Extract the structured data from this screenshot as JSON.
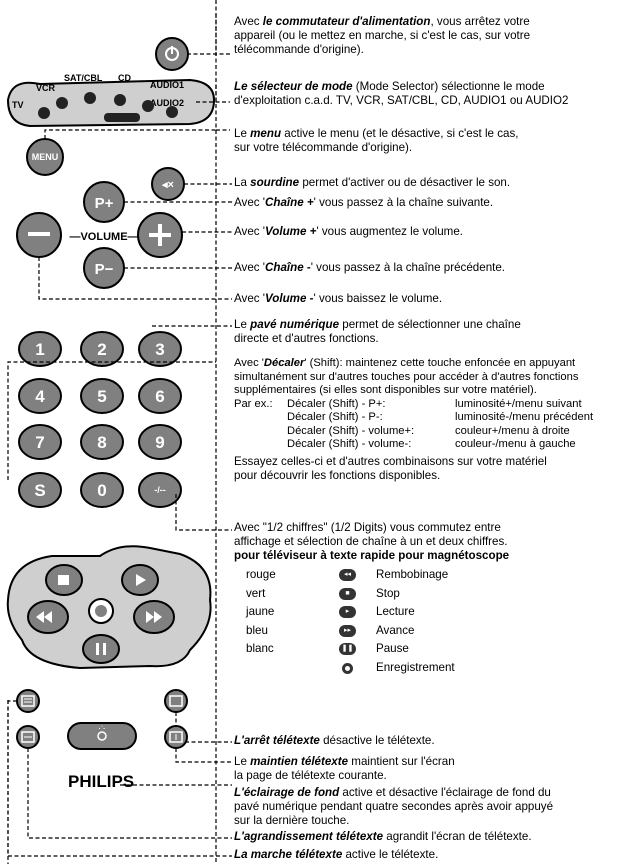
{
  "remote": {
    "mode_labels": {
      "tv": "TV",
      "vcr": "VCR",
      "sat": "SAT/CBL",
      "cd": "CD",
      "audio1": "AUDIO1",
      "audio2": "AUDIO2"
    },
    "menu_label": "MENU",
    "p_plus": "P+",
    "p_minus": "P−",
    "volume_label": "—VOLUME—",
    "digits": [
      "1",
      "2",
      "3",
      "4",
      "5",
      "6",
      "7",
      "8",
      "9"
    ],
    "shift_label": "S",
    "zero_label": "0",
    "digits_toggle_label": "-/--",
    "brand": "PHILIPS"
  },
  "descriptions": {
    "power": {
      "pre": "Avec ",
      "em": "le commutateur d'alimentation",
      "post": ", vous arrêtez votre",
      "l2": "appareil (ou le mettez en marche, si c'est le cas, sur votre",
      "l3": "télécommande d'origine)."
    },
    "mode": {
      "em": "Le sélecteur de mode",
      "post": " (Mode Selector) sélectionne le mode",
      "l2": "d'exploitation c.a.d. TV, VCR, SAT/CBL, CD, AUDIO1 ou AUDIO2"
    },
    "menu": {
      "pre": "Le ",
      "em": "menu",
      "post": " active le menu (et le désactive, si c'est le cas,",
      "l2": "sur votre télécommande d'origine)."
    },
    "mute": {
      "pre": "La ",
      "em": "sourdine",
      "post": " permet d'activer ou de désactiver le son."
    },
    "ch_plus": {
      "pre": "Avec '",
      "em": "Chaîne +",
      "post": "' vous passez à la chaîne suivante."
    },
    "vol_plus": {
      "pre": "Avec '",
      "em": "Volume +",
      "post": "' vous augmentez le volume."
    },
    "ch_minus": {
      "pre": "Avec '",
      "em": "Chaîne -",
      "post": "' vous passez à la chaîne précédente."
    },
    "vol_minus": {
      "pre": "Avec '",
      "em": "Volume -",
      "post": "' vous baissez le volume."
    },
    "numpad": {
      "pre": "Le ",
      "em": "pavé numérique",
      "post": " permet de sélectionner une chaîne",
      "l2": "directe et d'autres fonctions."
    },
    "shift": {
      "pre": "Avec '",
      "em": "Décaler",
      "post": "' (Shift): maintenez cette touche enfoncée en appuyant",
      "l2": "simultanément sur d'autres touches pour accéder à d'autres fonctions",
      "l3": "supplémentaires (si elles sont disponibles sur votre matériel).",
      "ex_prefix": "Par ex.:",
      "examples": [
        {
          "k": "Décaler (Shift) - P+:",
          "v": "luminosité+/menu suivant"
        },
        {
          "k": "Décaler (Shift) - P-:",
          "v": "luminosité-/menu précédent"
        },
        {
          "k": "Décaler (Shift) - volume+:",
          "v": "couleur+/menu à droite"
        },
        {
          "k": "Décaler (Shift) - volume-:",
          "v": "couleur-/menu à gauche"
        }
      ],
      "l4": "Essayez celles-ci et d'autres combinaisons sur votre matériel",
      "l5": "pour découvrir les fonctions disponibles."
    },
    "digits12": {
      "l1": "Avec \"1/2 chiffres\" (1/2 Digits) vous commutez entre",
      "l2": "affichage et sélection de chaîne à un et deux chiffres."
    },
    "teletext": {
      "title": "pour téléviseur à texte rapide pour magnétoscope",
      "rows": [
        {
          "color": "rouge",
          "icon": "rewind-icon",
          "action": "Rembobinage"
        },
        {
          "color": "vert",
          "icon": "stop-icon",
          "action": "Stop"
        },
        {
          "color": "jaune",
          "icon": "play-icon",
          "action": "Lecture"
        },
        {
          "color": "bleu",
          "icon": "forward-icon",
          "action": "Avance"
        },
        {
          "color": "blanc",
          "icon": "pause-icon",
          "action": "Pause"
        },
        {
          "color": "",
          "icon": "record-icon",
          "action": "Enregistrement"
        }
      ]
    },
    "tt_off": {
      "em": "L'arrêt télétexte",
      "post": " désactive le télétexte."
    },
    "tt_hold": {
      "pre": "Le ",
      "em": "maintien télétexte",
      "post": " maintient sur l'écran",
      "l2": "la page de télétexte courante."
    },
    "backlight": {
      "em": "L'éclairage de fond",
      "post": " active et désactive l'éclairage de fond du",
      "l2": "pavé numérique pendant quatre secondes après avoir appuyé",
      "l3": "sur la dernière touche."
    },
    "tt_enlarge": {
      "em": "L'agrandissement télétexte",
      "post": " agrandit l'écran de télétexte."
    },
    "tt_on": {
      "em": "La marche télétexte",
      "post": " active le télétexte."
    }
  },
  "colors": {
    "button": "#808080",
    "button_dark": "#6a6a6a",
    "panel": "#cfcfcf",
    "border": "#000000"
  }
}
